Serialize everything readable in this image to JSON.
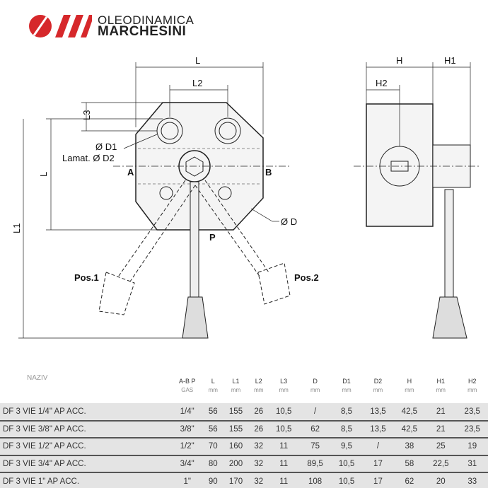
{
  "brand": {
    "line1": "OLEODINAMICA",
    "line2": "MARCHESINI",
    "color": "#d6282b"
  },
  "drawing": {
    "L_top": "L",
    "L2": "L2",
    "L3": "L3",
    "D1": "Ø D1",
    "D2": "Lamat. Ø D2",
    "L_side": "L",
    "L1": "L1",
    "A": "A",
    "B": "B",
    "P": "P",
    "D": "Ø D",
    "pos1": "Pos.1",
    "pos2": "Pos.2",
    "H": "H",
    "H1": "H1",
    "H2": "H2"
  },
  "table": {
    "headers": [
      {
        "label": "NAZIV",
        "unit": ""
      },
      {
        "label": "A-B P",
        "unit": "GAS"
      },
      {
        "label": "L",
        "unit": "mm"
      },
      {
        "label": "L1",
        "unit": "mm"
      },
      {
        "label": "L2",
        "unit": "mm"
      },
      {
        "label": "L3",
        "unit": "mm"
      },
      {
        "label": "D",
        "unit": "mm"
      },
      {
        "label": "D1",
        "unit": "mm"
      },
      {
        "label": "D2",
        "unit": "mm"
      },
      {
        "label": "H",
        "unit": "mm"
      },
      {
        "label": "H1",
        "unit": "mm"
      },
      {
        "label": "H2",
        "unit": "mm"
      }
    ],
    "rows": [
      [
        "DF 3 VIE 1/4\" AP ACC.",
        "1/4\"",
        "56",
        "155",
        "26",
        "10,5",
        "/",
        "8,5",
        "13,5",
        "42,5",
        "21",
        "23,5"
      ],
      [
        "DF 3 VIE 3/8\" AP ACC.",
        "3/8\"",
        "56",
        "155",
        "26",
        "10,5",
        "62",
        "8,5",
        "13,5",
        "42,5",
        "21",
        "23,5"
      ],
      [
        "DF 3 VIE 1/2\" AP ACC.",
        "1/2\"",
        "70",
        "160",
        "32",
        "11",
        "75",
        "9,5",
        "/",
        "38",
        "25",
        "19"
      ],
      [
        "DF 3 VIE 3/4\" AP ACC.",
        "3/4\"",
        "80",
        "200",
        "32",
        "11",
        "89,5",
        "10,5",
        "17",
        "58",
        "22,5",
        "31"
      ],
      [
        "DF 3 VIE 1\" AP ACC.",
        "1\"",
        "90",
        "170",
        "32",
        "11",
        "108",
        "10,5",
        "17",
        "62",
        "20",
        "33"
      ]
    ]
  }
}
